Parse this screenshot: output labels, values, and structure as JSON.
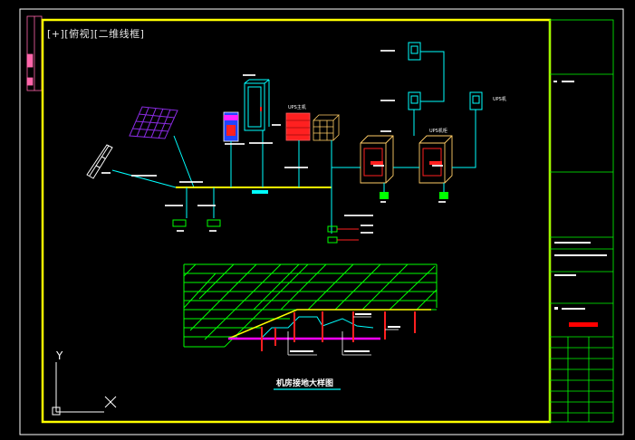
{
  "viewport": {
    "label": "[+][俯视][二维线框]"
  },
  "ucs": {
    "y_label": "Y",
    "x_label": "X"
  },
  "equipment_labels": {
    "ups_host": "UPS主机",
    "ups_right": "UPS机柜",
    "terminal": "UPS机"
  },
  "drawing": {
    "title": "机房接地大样图"
  },
  "colors": {
    "background": "#000000",
    "sheet_border": "#ffffff",
    "frame": "#ffff00",
    "title_block": "#00ff00",
    "wire": "#00ffff",
    "grid": "#00ff00",
    "equipment_red": "#ff2020",
    "equipment_purple": "#8a2be2",
    "stamp_red": "#ff0000",
    "highlight": "#ff00ff"
  }
}
